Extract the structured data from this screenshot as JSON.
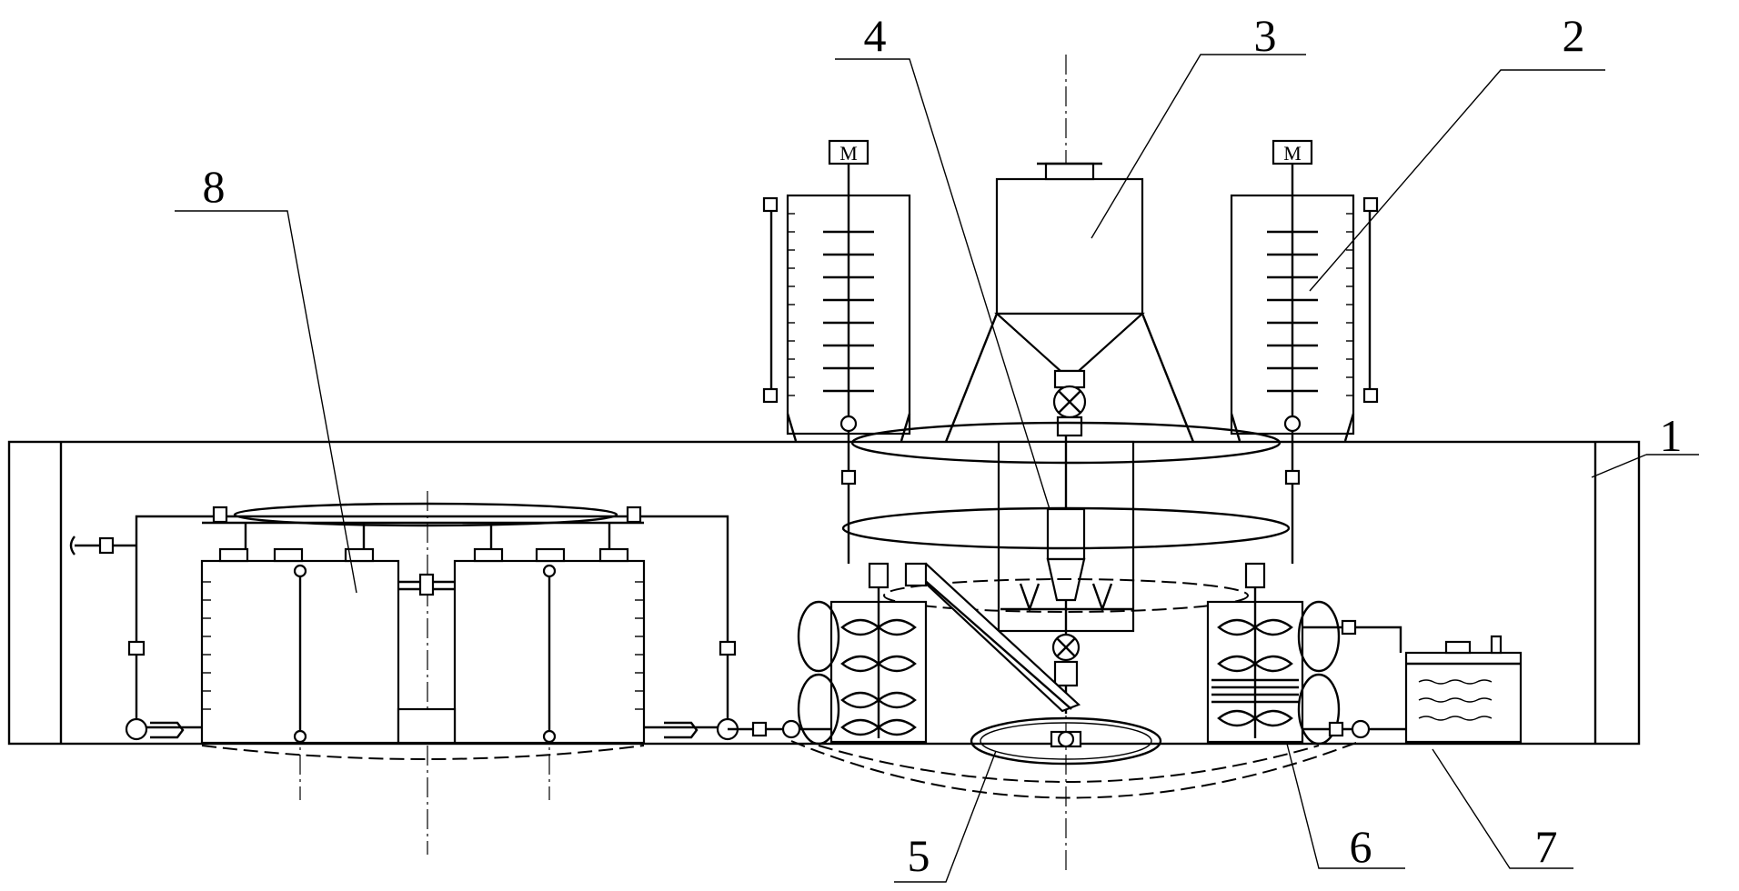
{
  "figure": {
    "motor_label": "M",
    "callouts": [
      {
        "id": "1",
        "label": "1"
      },
      {
        "id": "2",
        "label": "2"
      },
      {
        "id": "3",
        "label": "3"
      },
      {
        "id": "4",
        "label": "4"
      },
      {
        "id": "5",
        "label": "5"
      },
      {
        "id": "6",
        "label": "6"
      },
      {
        "id": "7",
        "label": "7"
      },
      {
        "id": "8",
        "label": "8"
      }
    ]
  }
}
